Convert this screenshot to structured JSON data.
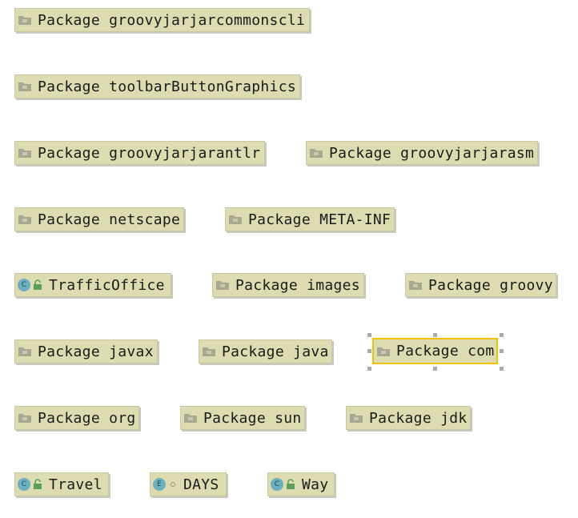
{
  "nodes": {
    "groovyjarjarcommonscli": "Package groovyjarjarcommonscli",
    "toolbarButtonGraphics": "Package toolbarButtonGraphics",
    "groovyjarjarantlr": "Package groovyjarjarantlr",
    "groovyjarjarasm": "Package groovyjarjarasm",
    "netscape": "Package netscape",
    "meta_inf": "Package META-INF",
    "traffic_office": "TrafficOffice",
    "images": "Package images",
    "groovy": "Package groovy",
    "javax": "Package javax",
    "java": "Package java",
    "com": "Package com",
    "org": "Package org",
    "sun": "Package sun",
    "jdk": "Package jdk",
    "travel": "Travel",
    "days": "DAYS",
    "way": "Way"
  },
  "icons": {
    "class_letter": "C",
    "enum_letter": "E"
  },
  "colors": {
    "node_fill": "#dcdcb0",
    "selection_border": "#f0c000",
    "class_icon": "#6ab0c0"
  }
}
